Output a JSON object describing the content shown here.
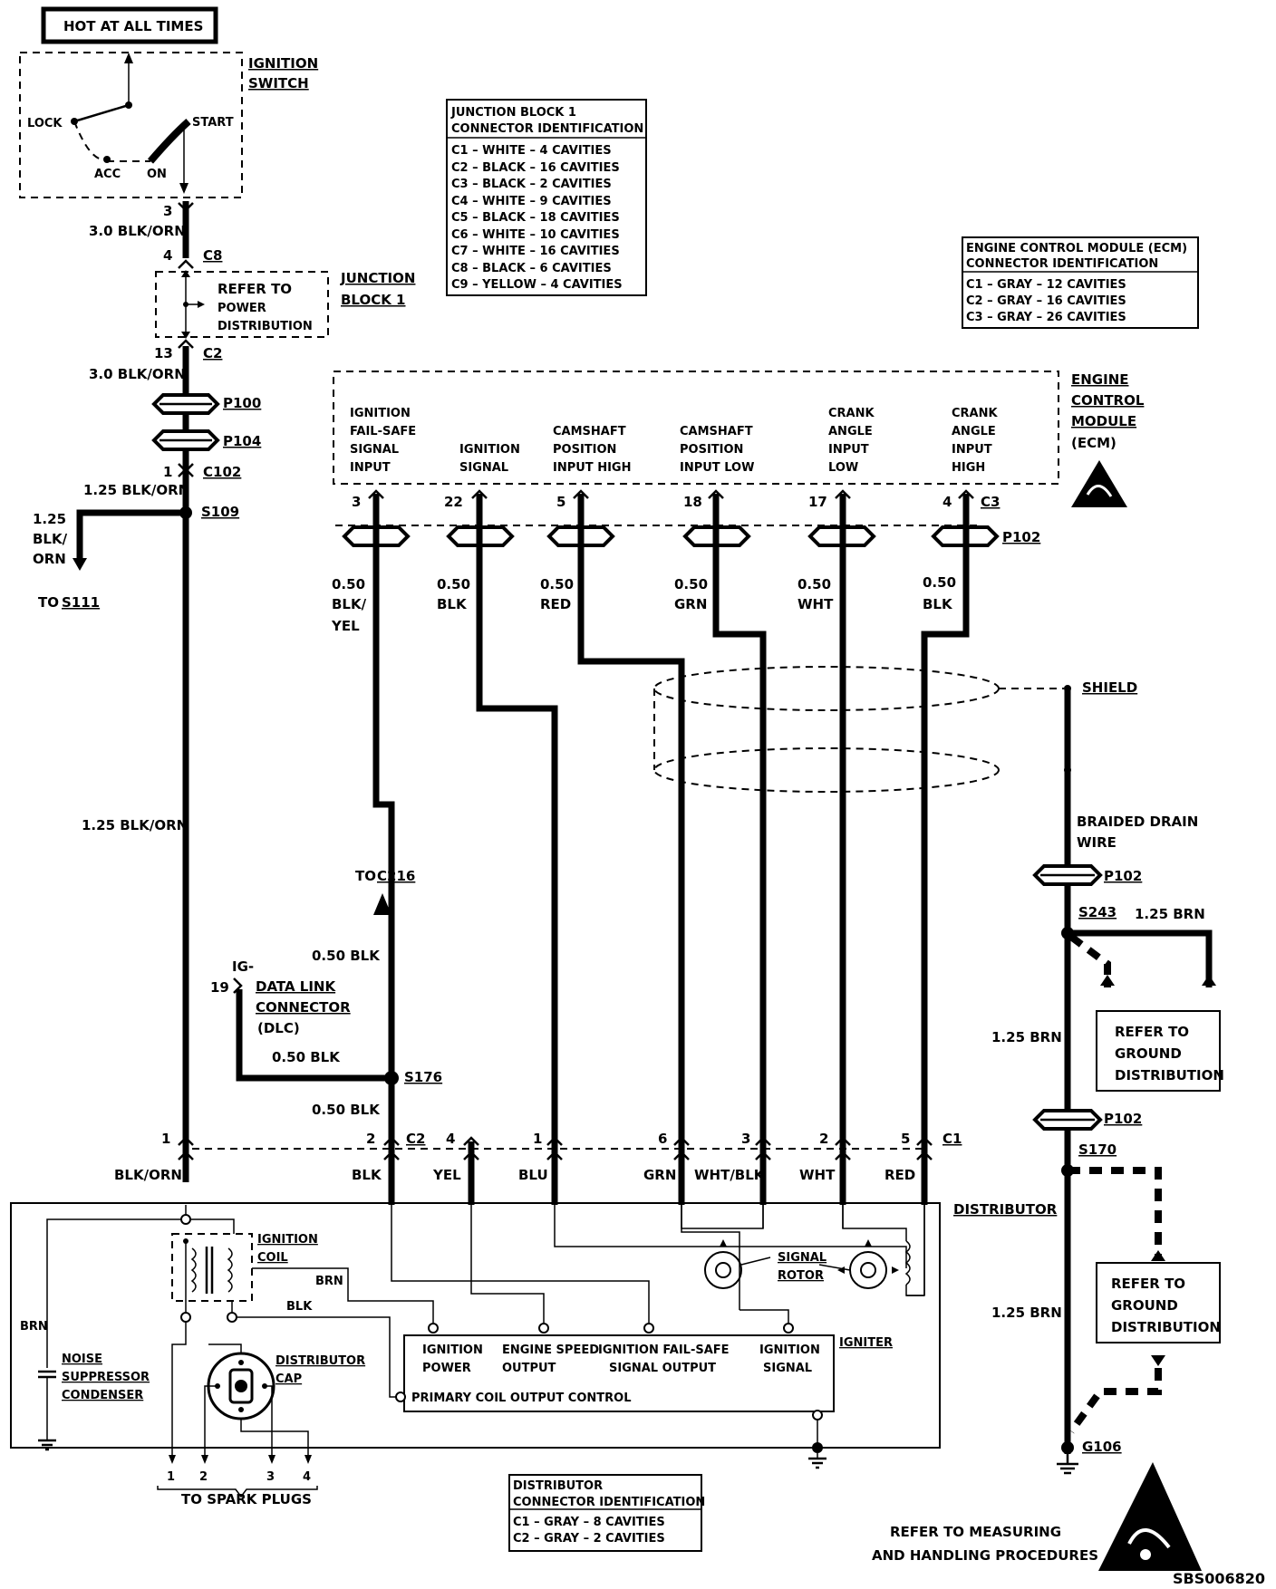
{
  "header": {
    "hot_label": "HOT AT ALL TIMES"
  },
  "ignition_switch": {
    "title_1": "IGNITION",
    "title_2": "SWITCH",
    "lock": "LOCK",
    "acc": "ACC",
    "on": "ON",
    "start": "START"
  },
  "power_feed": {
    "pin3": "3",
    "wire_top": "3.0 BLK/ORN",
    "pin4": "4",
    "c8": "C8",
    "refer_1": "REFER TO",
    "refer_2": "POWER",
    "refer_3": "DISTRIBUTION",
    "jb_1": "JUNCTION",
    "jb_2": "BLOCK 1",
    "pin13": "13",
    "c2": "C2",
    "wire_mid": "3.0 BLK/ORN",
    "p100": "P100",
    "p104": "P104",
    "pin1": "1",
    "c102": "C102",
    "wire_s109": "1.25 BLK/ORN",
    "s109": "S109",
    "branch_1": "1.25",
    "branch_2": "BLK/",
    "branch_3": "ORN",
    "to": "TO",
    "s111": "S111",
    "wire_main": "1.25 BLK/ORN"
  },
  "jb1_table": {
    "title_1": "JUNCTION BLOCK 1",
    "title_2": "CONNECTOR IDENTIFICATION",
    "rows": [
      "C1 – WHITE – 4 CAVITIES",
      "C2 – BLACK – 16 CAVITIES",
      "C3 – BLACK – 2 CAVITIES",
      "C4 – WHITE – 9 CAVITIES",
      "C5 – BLACK – 18 CAVITIES",
      "C6 – WHITE – 10 CAVITIES",
      "C7 – WHITE – 16 CAVITIES",
      "C8 – BLACK – 6 CAVITIES",
      "C9 – YELLOW – 4 CAVITIES"
    ]
  },
  "ecm_table": {
    "title_1": "ENGINE CONTROL MODULE (ECM)",
    "title_2": "CONNECTOR IDENTIFICATION",
    "rows": [
      "C1 – GRAY – 12 CAVITIES",
      "C2 – GRAY – 16 CAVITIES",
      "C3 – GRAY – 26 CAVITIES"
    ]
  },
  "ecm": {
    "title_1": "ENGINE",
    "title_2": "CONTROL",
    "title_3": "MODULE",
    "title_4": "(ECM)",
    "c3": "C3",
    "p102": "P102",
    "pins": [
      {
        "label": [
          "IGNITION",
          "FAIL-SAFE",
          "SIGNAL",
          "INPUT"
        ],
        "pin": "3",
        "gauge": "0.50",
        "color": "BLK/",
        "color2": "YEL"
      },
      {
        "label": [
          "IGNITION",
          "SIGNAL"
        ],
        "pin": "22",
        "gauge": "0.50",
        "color": "BLK",
        "color2": ""
      },
      {
        "label": [
          "CAMSHAFT",
          "POSITION",
          "INPUT HIGH"
        ],
        "pin": "5",
        "gauge": "0.50",
        "color": "RED",
        "color2": ""
      },
      {
        "label": [
          "CAMSHAFT",
          "POSITION",
          "INPUT LOW"
        ],
        "pin": "18",
        "gauge": "0.50",
        "color": "GRN",
        "color2": ""
      },
      {
        "label": [
          "CRANK",
          "ANGLE",
          "INPUT",
          "LOW"
        ],
        "pin": "17",
        "gauge": "0.50",
        "color": "WHT",
        "color2": ""
      },
      {
        "label": [
          "CRANK",
          "ANGLE",
          "INPUT",
          "HIGH"
        ],
        "pin": "4",
        "gauge": "0.50",
        "color": "BLK",
        "color2": ""
      }
    ]
  },
  "shield": {
    "label": "SHIELD",
    "drain_1": "BRAIDED DRAIN",
    "drain_2": "WIRE",
    "p102a": "P102",
    "s243": "S243",
    "wire_a": "1.25 BRN",
    "wire_b": "1.25 BRN",
    "p102b": "P102",
    "s170": "S170",
    "wire_c": "1.25 BRN",
    "g106": "G106"
  },
  "refer_ground_1": [
    "REFER TO",
    "GROUND",
    "DISTRIBUTION"
  ],
  "refer_ground_2": [
    "REFER TO",
    "GROUND",
    "DISTRIBUTION"
  ],
  "dlc": {
    "to": "TO",
    "c216": "C216",
    "wire_top": "0.50  BLK",
    "ig": "IG-",
    "pin19": "19",
    "name_1": "DATA LINK",
    "name_2": "CONNECTOR",
    "name_3": "(DLC)",
    "wire_dlc": "0.50 BLK",
    "s176": "S176",
    "wire_bottom": "0.50  BLK"
  },
  "dist_connector": {
    "c2": "C2",
    "c1": "C1",
    "pins": [
      {
        "pin": "1",
        "color": "BLK/ORN"
      },
      {
        "pin": "2",
        "color": "BLK"
      },
      {
        "pin": "4",
        "color": "YEL"
      },
      {
        "pin": "1",
        "color": "BLU"
      },
      {
        "pin": "6",
        "color": "GRN"
      },
      {
        "pin": "3",
        "color": "WHT/BLK"
      },
      {
        "pin": "2",
        "color": "WHT"
      },
      {
        "pin": "5",
        "color": "RED"
      }
    ]
  },
  "distributor": {
    "title": "DISTRIBUTOR",
    "coil_1": "IGNITION",
    "coil_2": "COIL",
    "brn1": "BRN",
    "blk": "BLK",
    "brn2": "BRN",
    "cond_1": "NOISE",
    "cond_2": "SUPPRESSOR",
    "cond_3": "CONDENSER",
    "cap_1": "DISTRIBUTOR",
    "cap_2": "CAP",
    "rotor_1": "SIGNAL",
    "rotor_2": "ROTOR",
    "igniter": "IGNITER",
    "ig_power_1": "IGNITION",
    "ig_power_2": "POWER",
    "eng_speed_1": "ENGINE SPEED",
    "eng_speed_2": "OUTPUT",
    "failsafe_1": "IGNITION FAIL-SAFE",
    "failsafe_2": "SIGNAL OUTPUT",
    "ig_signal_1": "IGNITION",
    "ig_signal_2": "SIGNAL",
    "primary": "PRIMARY COIL OUTPUT CONTROL",
    "plug_pins": [
      "1",
      "2",
      "3",
      "4"
    ],
    "spark": "TO SPARK PLUGS"
  },
  "dist_table": {
    "title_1": "DISTRIBUTOR",
    "title_2": "CONNECTOR IDENTIFICATION",
    "rows": [
      "C1 – GRAY – 8 CAVITIES",
      "C2 – GRAY – 2 CAVITIES"
    ]
  },
  "footer": {
    "refer_1": "REFER TO  MEASURING",
    "refer_2": "AND HANDLING PROCEDURES",
    "code": "SBS006820"
  }
}
